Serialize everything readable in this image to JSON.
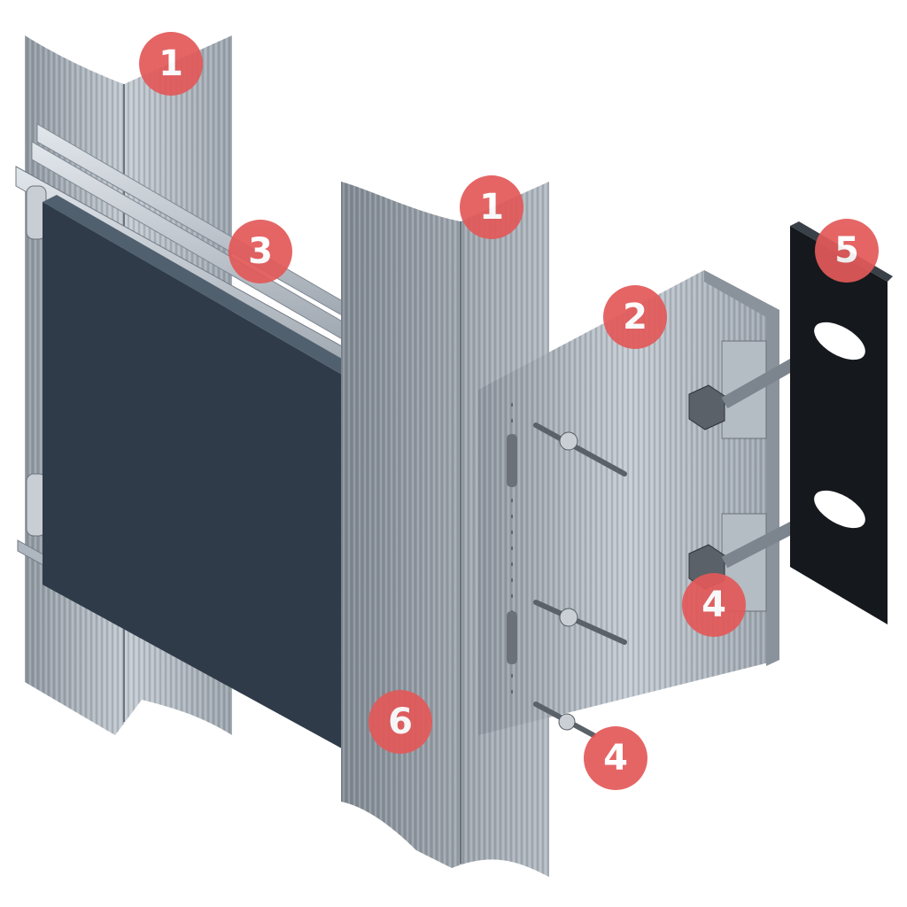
{
  "markers": {
    "profile_left": "1",
    "profile_right": "1",
    "bracket": "2",
    "panel_rail": "3",
    "fastener_bolt": "4",
    "fastener_rivet": "4",
    "thermal_pad": "5",
    "panel_clip": "6"
  },
  "colors": {
    "marker_fill": "#e35959",
    "aluminium": "#a7afb8",
    "panel": "#2f3b49",
    "gasket": "#111418"
  }
}
